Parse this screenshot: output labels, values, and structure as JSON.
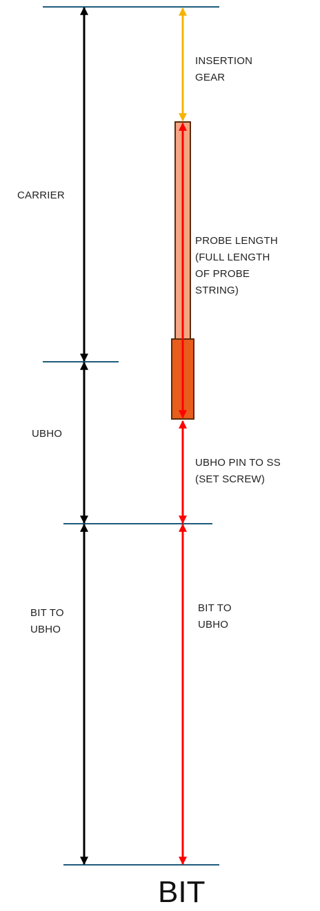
{
  "colors": {
    "reference_line": "#1f5a7a",
    "black_arrow": "#000000",
    "red_arrow": "#ff0000",
    "insertion_arrow": "#f5b400",
    "probe_fill": "#f4a582",
    "ubho_fill": "#e85c1c",
    "outline": "#5a2a0a"
  },
  "labels": {
    "carrier": "CARRIER",
    "ubho": "UBHO",
    "bit_to_ubho_left": [
      "BIT TO",
      "UBHO"
    ],
    "insertion_gear": [
      "INSERTION",
      "GEAR"
    ],
    "probe_length": [
      "PROBE LENGTH",
      "(FULL LENGTH",
      "OF PROBE",
      "STRING)"
    ],
    "ubho_pin_to_ss": [
      "UBHO PIN TO SS",
      "(SET SCREW)"
    ],
    "bit_to_ubho_right": [
      "BIT TO",
      "UBHO"
    ],
    "bit": "BIT"
  }
}
